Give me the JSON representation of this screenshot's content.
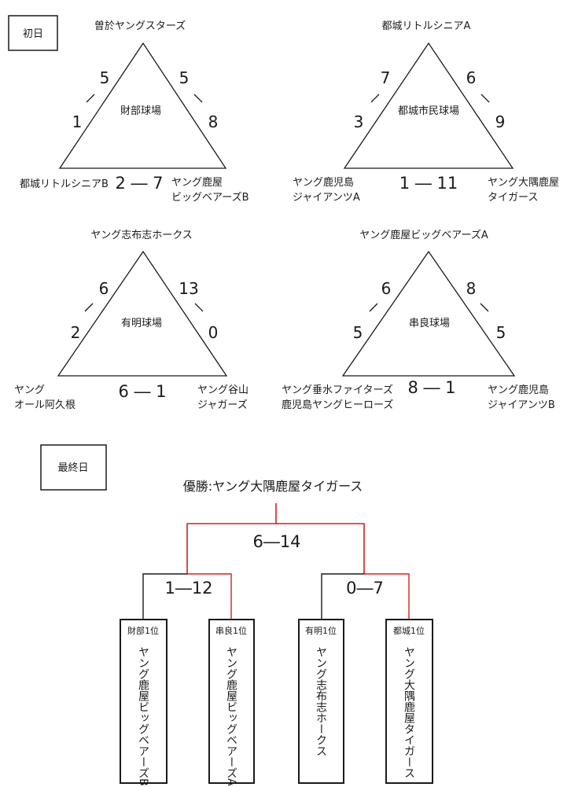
{
  "day1": {
    "label": "初日",
    "blocks": [
      {
        "top_team": "曽於ヤングスターズ",
        "venue": "財部球場",
        "left_team": [
          "都城リトルシニアB"
        ],
        "right_team": [
          "ヤング鹿屋",
          "ビッグベアーズB"
        ],
        "left_edge": {
          "top": "5",
          "bottom": "1"
        },
        "right_edge": {
          "top": "5",
          "bottom": "8"
        },
        "bottom_score": "2 ― 7"
      },
      {
        "top_team": "都城リトルシニアA",
        "venue": "都城市民球場",
        "left_team": [
          "ヤング鹿児島",
          "ジャイアンツA"
        ],
        "right_team": [
          "ヤング大隅鹿屋",
          "タイガース"
        ],
        "left_edge": {
          "top": "7",
          "bottom": "3"
        },
        "right_edge": {
          "top": "6",
          "bottom": "9"
        },
        "bottom_score": "1 ― 11"
      },
      {
        "top_team": "ヤング志布志ホークス",
        "venue": "有明球場",
        "left_team": [
          "ヤング",
          "オール阿久根"
        ],
        "right_team": [
          "ヤング谷山",
          "ジャガーズ"
        ],
        "left_edge": {
          "top": "6",
          "bottom": "2"
        },
        "right_edge": {
          "top": "13",
          "bottom": "0"
        },
        "bottom_score": "6 ― 1"
      },
      {
        "top_team": "ヤング鹿屋ビッグベアーズA",
        "venue": "串良球場",
        "left_team": [
          "ヤング垂水ファイターズ",
          "鹿児島ヤングヒーローズ"
        ],
        "right_team": [
          "ヤング鹿児島",
          "ジャイアンツB"
        ],
        "left_edge": {
          "top": "6",
          "bottom": "5"
        },
        "right_edge": {
          "top": "8",
          "bottom": "5"
        },
        "bottom_score": "8 ― 1"
      }
    ]
  },
  "final_day": {
    "label": "最終日",
    "champion": "優勝:ヤング大隅鹿屋タイガース",
    "final_score": "6―14",
    "semi_scores": [
      "1―12",
      "0―7"
    ],
    "slots": [
      {
        "rank": "財部1位",
        "team": "ヤング鹿屋ビッグベアーズB"
      },
      {
        "rank": "串良1位",
        "team": "ヤング鹿屋ビッグベアーズA"
      },
      {
        "rank": "有明1位",
        "team": "ヤング志布志ホークス"
      },
      {
        "rank": "都城1位",
        "team": "ヤング大隅鹿屋タイガース"
      }
    ]
  },
  "colors": {
    "line": "#1a1a1a",
    "winner": "#d81e1e"
  }
}
